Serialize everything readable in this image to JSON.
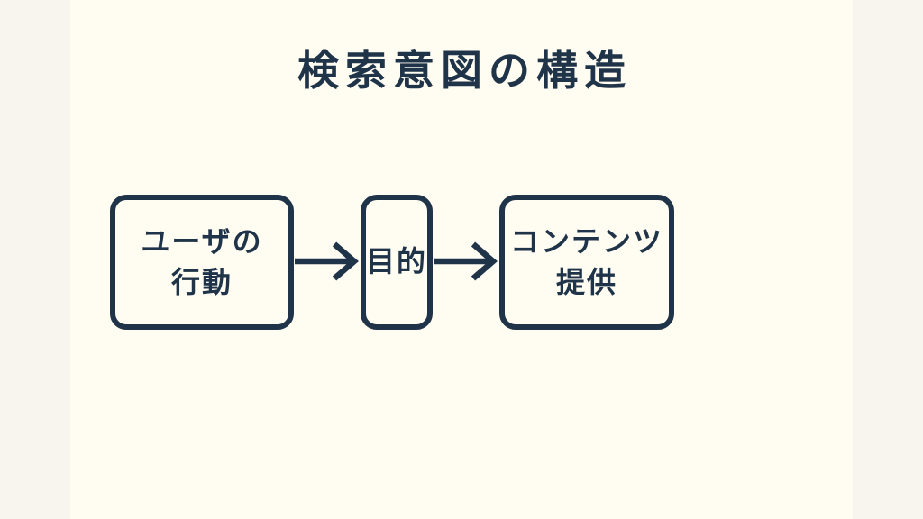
{
  "title": "検索意図の構造",
  "diagram": {
    "boxes": [
      {
        "id": "user-action",
        "label": "ユーザの\n行動"
      },
      {
        "id": "purpose",
        "label": "目的"
      },
      {
        "id": "content-delivery",
        "label": "コンテンツ\n提供"
      }
    ],
    "connectors": [
      {
        "from": "user-action",
        "to": "purpose",
        "icon": "arrow-right-icon"
      },
      {
        "from": "purpose",
        "to": "content-delivery",
        "icon": "arrow-right-icon"
      }
    ]
  },
  "colors": {
    "ink": "#203449",
    "slide_background": "#FFFCF2",
    "margin_background": "#F8F5EF"
  }
}
